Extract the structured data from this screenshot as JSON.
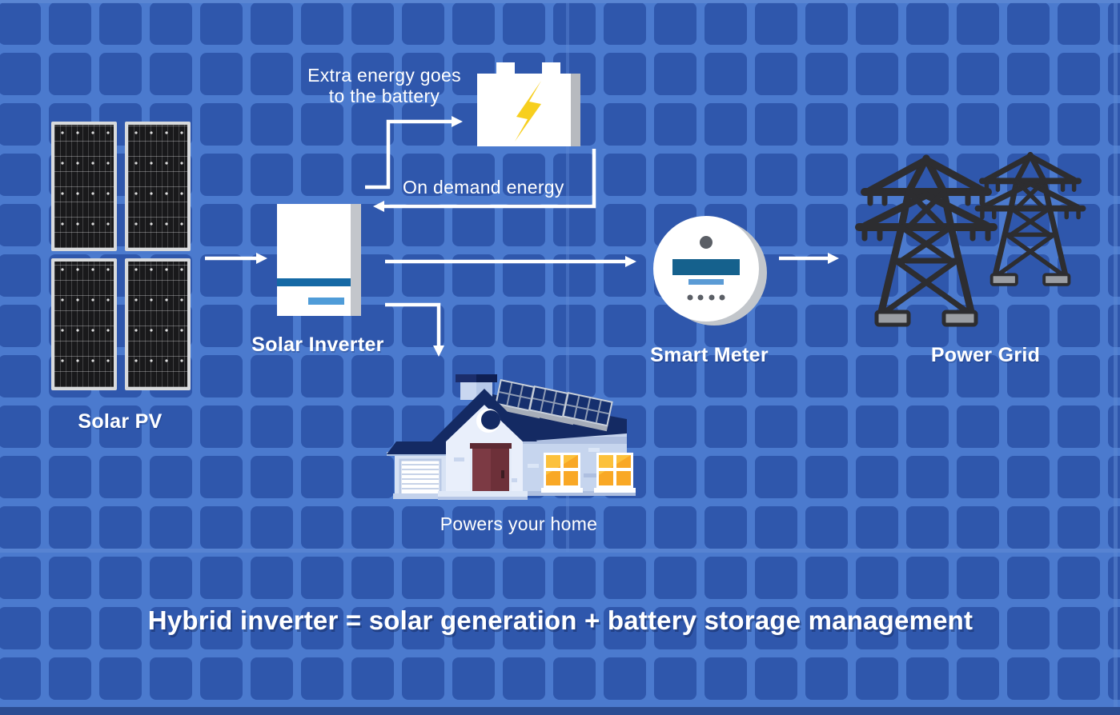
{
  "diagram": {
    "headline": "Hybrid inverter = solar generation + battery storage management",
    "flow_labels": {
      "extra_energy_line1": "Extra energy goes",
      "extra_energy_line2": "to the battery",
      "on_demand": "On demand energy"
    },
    "nodes": {
      "solar_pv": {
        "label": "Solar PV"
      },
      "solar_inverter": {
        "label": "Solar Inverter"
      },
      "battery": {
        "caption": "Extra energy goes to the battery"
      },
      "home": {
        "caption": "Powers your home"
      },
      "smart_meter": {
        "label": "Smart Meter"
      },
      "power_grid": {
        "label": "Power Grid"
      }
    },
    "icons": {
      "solar-pv-icon": "four black photovoltaic panels in 2x2 grid",
      "solar-inverter-icon": "white wall inverter box with teal stripe",
      "battery-icon": "white battery with yellow lightning bolt",
      "house-icon": "house with rooftop solar panels",
      "smart-meter-icon": "round white meter with display",
      "power-grid-icon": "two transmission towers",
      "arrow-icon": "white flow arrow"
    },
    "colors": {
      "background_line": "#4b7ace",
      "background_tile": "#2f57ac",
      "seam": "#5d88d4",
      "bottom_edge": "#2b4c92",
      "text": "#ffffff",
      "display_teal": "#15618d",
      "light_blue_bar": "#5b9bd5",
      "bolt_yellow": "#f7cf1f",
      "panel_black": "#19191b",
      "tower_dark": "#2d2d30",
      "roof_navy": "#142a63",
      "wall_light": "#e9effb",
      "wall_mid": "#c6d5ee",
      "door_red": "#7c3a44",
      "window_orange": "#f9a825"
    }
  }
}
